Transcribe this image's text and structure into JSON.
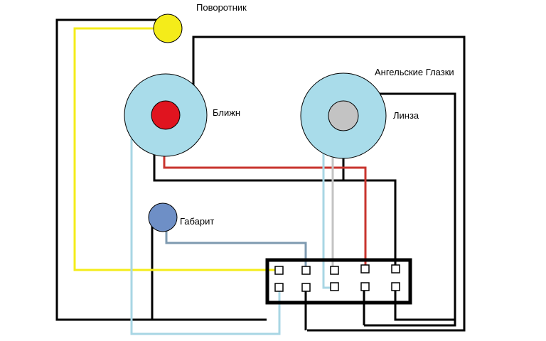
{
  "labels": {
    "turn_signal": "Поворотник",
    "low_beam": "Ближн",
    "angel_eyes": "Ангельские Глазки",
    "lens": "Линза",
    "parking_light": "Габарит"
  },
  "colors": {
    "yellow": "#f4ec1a",
    "light_blue_fill": "#a9dcea",
    "red": "#e0141f",
    "red_wire": "#c8342e",
    "gray": "#c3c3c3",
    "steel_blue": "#6e8fc6",
    "gray_blue_wire": "#7e9ab0",
    "cyan_wire": "#a8d6e4",
    "black": "#000000"
  }
}
